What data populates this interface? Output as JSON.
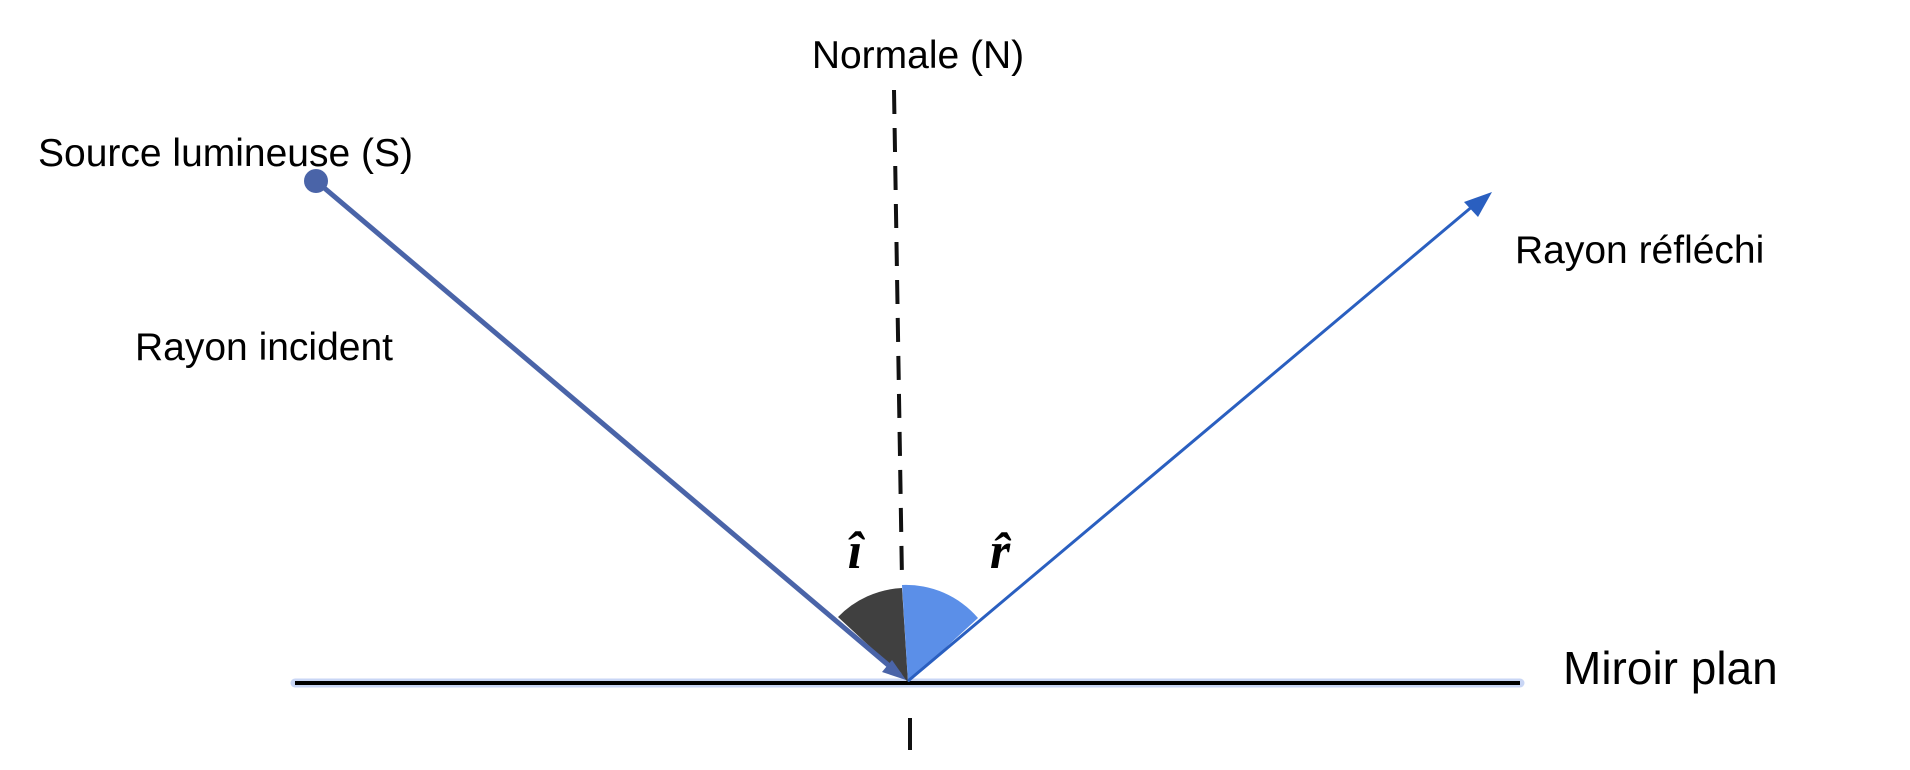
{
  "labels": {
    "normal": "Normale (N)",
    "source": "Source lumineuse (S)",
    "incident_ray": "Rayon incident",
    "reflected_ray": "Rayon réfléchi",
    "mirror": "Miroir plan"
  },
  "angles": {
    "incidence_symbol": "î",
    "reflection_symbol": "r̂"
  },
  "colors": {
    "incident_ray": "#4a64a8",
    "reflected_ray": "#2a5fc0",
    "angle_incidence_fill": "#404040",
    "angle_reflection_fill": "#5b8fe8",
    "normal_line": "#111111",
    "mirror_line": "#000000",
    "mirror_glow": "#c9d6f5"
  }
}
